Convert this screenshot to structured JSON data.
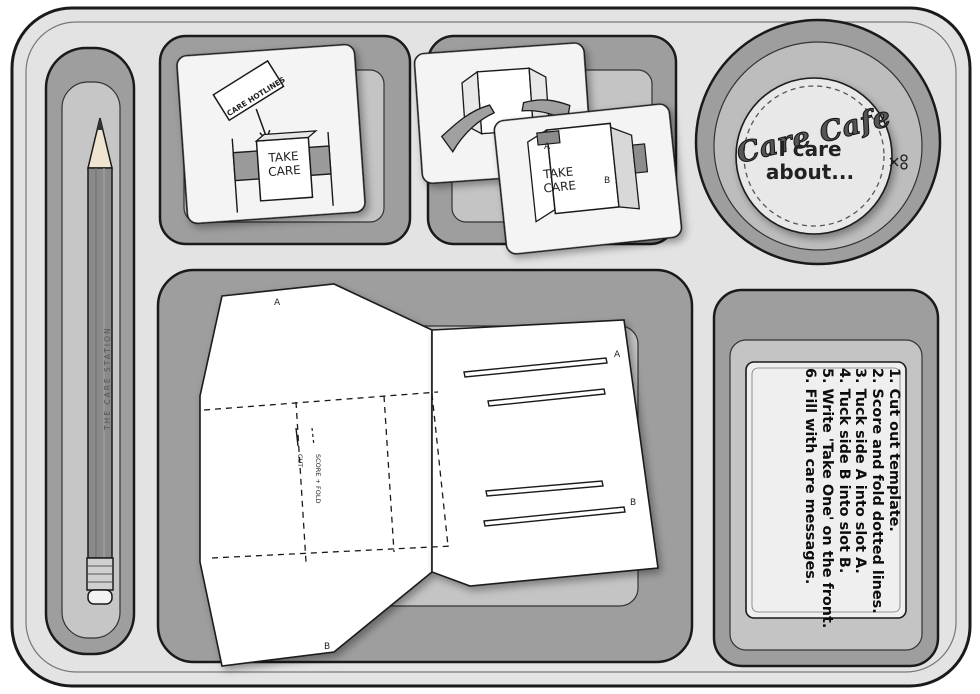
{
  "badge": {
    "brand": "Care Cafe",
    "tagline": "I care about..."
  },
  "pencil": {
    "brand": "THE CARE STATION"
  },
  "card_hotlines": {
    "sign": "CARE HOTLINES",
    "box": "TAKE CARE"
  },
  "card_booklet": {
    "cover": "TAKE CARE",
    "tab_a": "A",
    "tab_b": "B"
  },
  "template": {
    "label_a": "A",
    "label_b": "B",
    "slot_a": "A",
    "slot_b": "B",
    "legend_fold": "SCORE + FOLD",
    "legend_cut": "CUT"
  },
  "instructions": [
    "1. Cut out template.",
    "2. Score and fold dotted lines.",
    "3. Tuck side A into slot A.",
    "4. Tuck side B into slot B.",
    "5. Write 'Take One' on the front.",
    "6. Fill with care messages."
  ],
  "colors": {
    "tray": "#e3e3e3",
    "well_outer": "#9e9e9e",
    "well_inner": "#c4c4c4",
    "paper": "#ffffff",
    "ink": "#111111"
  }
}
